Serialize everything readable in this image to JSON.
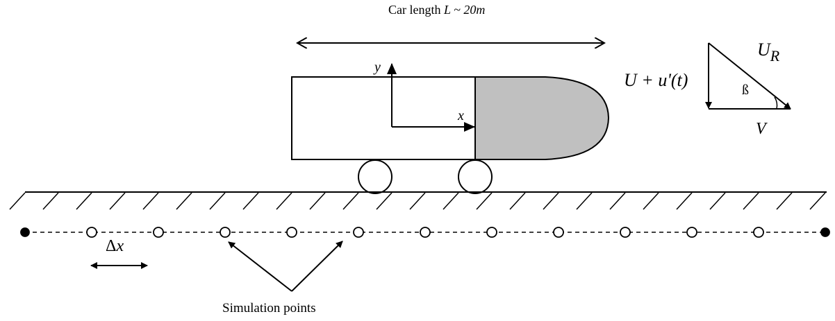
{
  "labels": {
    "car_length_prefix": "Car length ",
    "car_length_var": "L ~ 20m",
    "axis_y": "y",
    "axis_x": "x",
    "vel_vertical": "U + u'(t)",
    "vel_resultant": "U",
    "vel_resultant_sub": "R",
    "vel_horizontal": "V",
    "angle": "ß",
    "delta_x": "Δx",
    "simulation_points": "Simulation points"
  },
  "colors": {
    "stroke": "#000000",
    "nose_fill": "#c0c0c0",
    "background": "#ffffff"
  },
  "grid": {
    "hollow_points": 11,
    "filled_endpoints": 2,
    "ground_hatches": 25
  }
}
